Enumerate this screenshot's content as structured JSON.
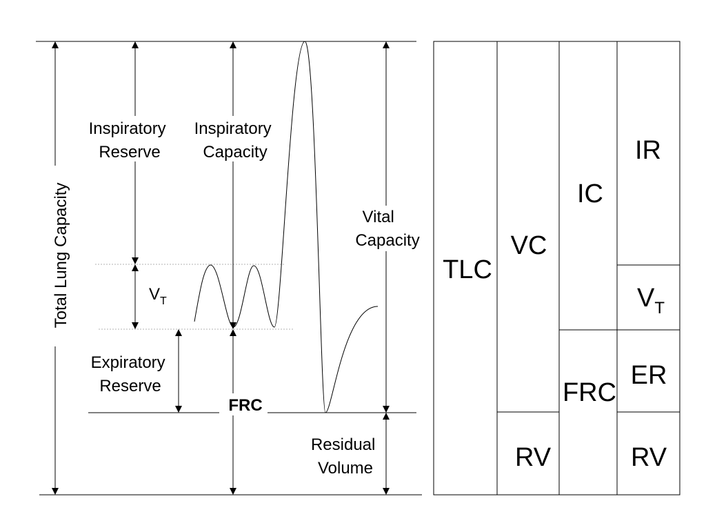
{
  "spirogram": {
    "labels": {
      "total_lung_capacity": "Total Lung Capacity",
      "inspiratory_reserve": [
        "Inspiratory",
        "Reserve"
      ],
      "inspiratory_capacity": [
        "Inspiratory",
        "Capacity"
      ],
      "vital_capacity": [
        "Vital",
        "Capacity"
      ],
      "tidal_volume": "V",
      "tidal_volume_sub": "T",
      "expiratory_reserve": [
        "Expiratory",
        "Reserve"
      ],
      "frc": "FRC",
      "residual_volume": [
        "Residual",
        "Volume"
      ]
    }
  },
  "volume_table": {
    "col1": "TLC",
    "col2_top": "VC",
    "col2_bottom": "RV",
    "col3_top": "IC",
    "col3_bottom": "FRC",
    "col4_ir": "IR",
    "col4_vt": "V",
    "col4_vt_sub": "T",
    "col4_er": "ER",
    "col4_rv": "RV"
  }
}
